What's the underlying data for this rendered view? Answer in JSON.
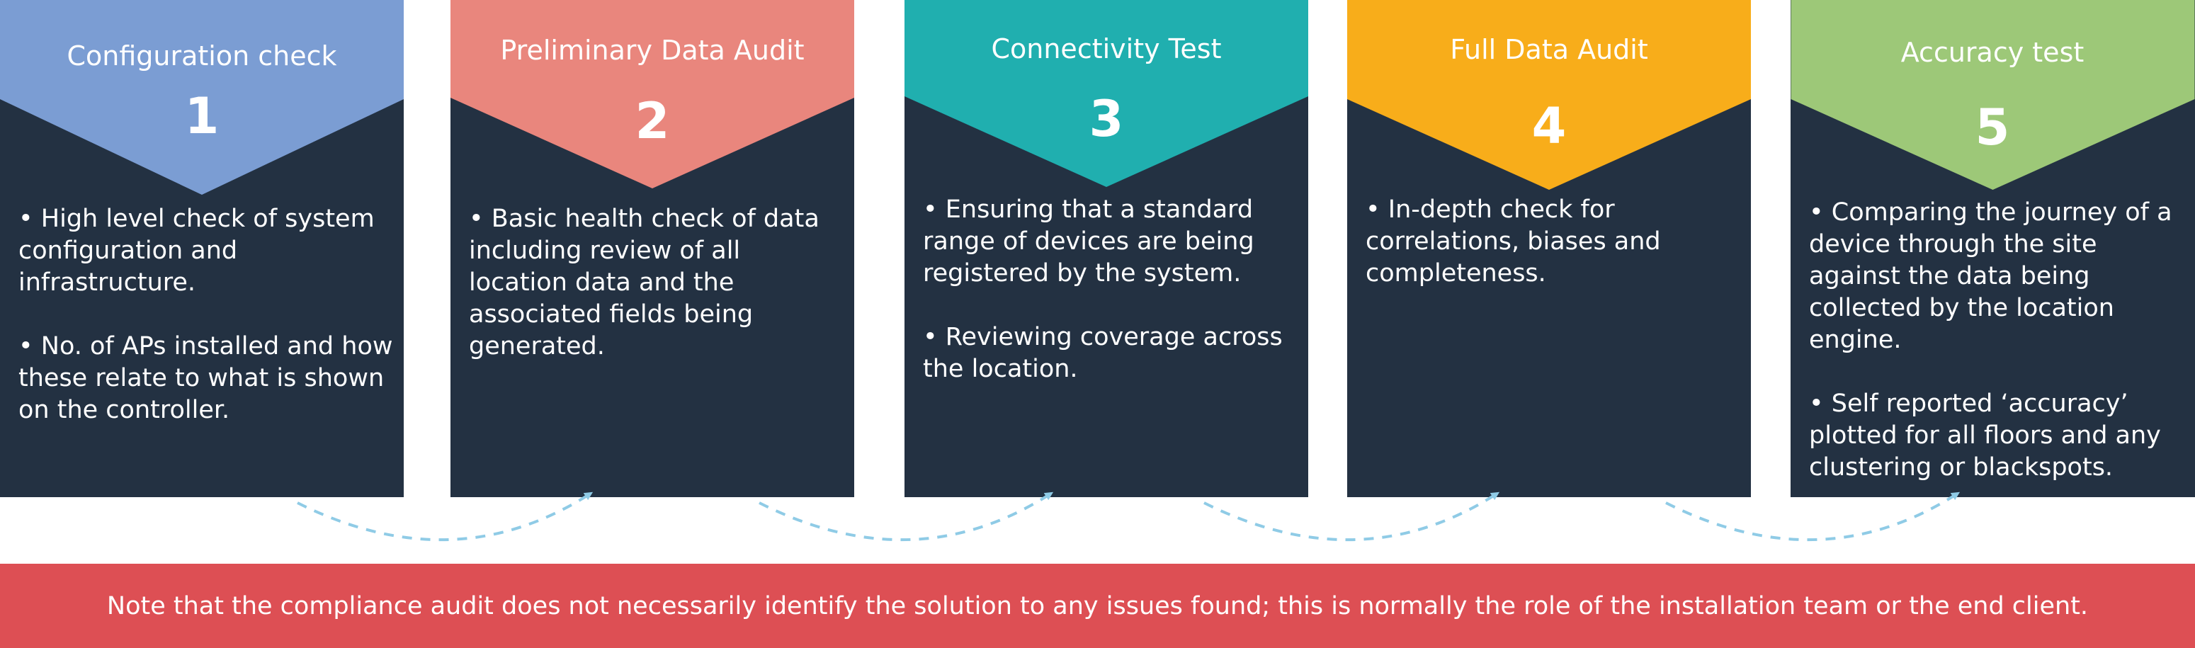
{
  "steps": [
    {
      "title": "Configuration check",
      "number": "1",
      "color": "#7b9dd3",
      "bullets": [
        "• High level check of system configuration and infrastructure.",
        "• No. of APs installed and how these relate to what is shown on the controller."
      ]
    },
    {
      "title": "Preliminary Data Audit",
      "number": "2",
      "color": "#e9867d",
      "bullets": [
        "• Basic health check of data including review of all location data and the associated fields being generated."
      ]
    },
    {
      "title": "Connectivity Test",
      "number": "3",
      "color": "#20afaf",
      "bullets": [
        "• Ensuring that a standard range of devices are being registered by the system.",
        "• Reviewing coverage across the location."
      ]
    },
    {
      "title": "Full Data Audit",
      "number": "4",
      "color": "#f8ad1a",
      "bullets": [
        "• In-depth check for correlations, biases and completeness."
      ]
    },
    {
      "title": "Accuracy test",
      "number": "5",
      "color": "#9dc878",
      "bullets": [
        "• Comparing the journey of a device through the site against the data being collected by the location engine.",
        "• Self reported ‘accuracy’ plotted for all floors and any clustering or blackspots."
      ]
    }
  ],
  "note": "Note that the compliance audit does not necessarily identify the solution to any issues found; this is normally the role of the installation team or the end client.",
  "colors": {
    "panel": "#233142",
    "note_background": "#dd4f54",
    "connector": "#8fcbe6"
  }
}
